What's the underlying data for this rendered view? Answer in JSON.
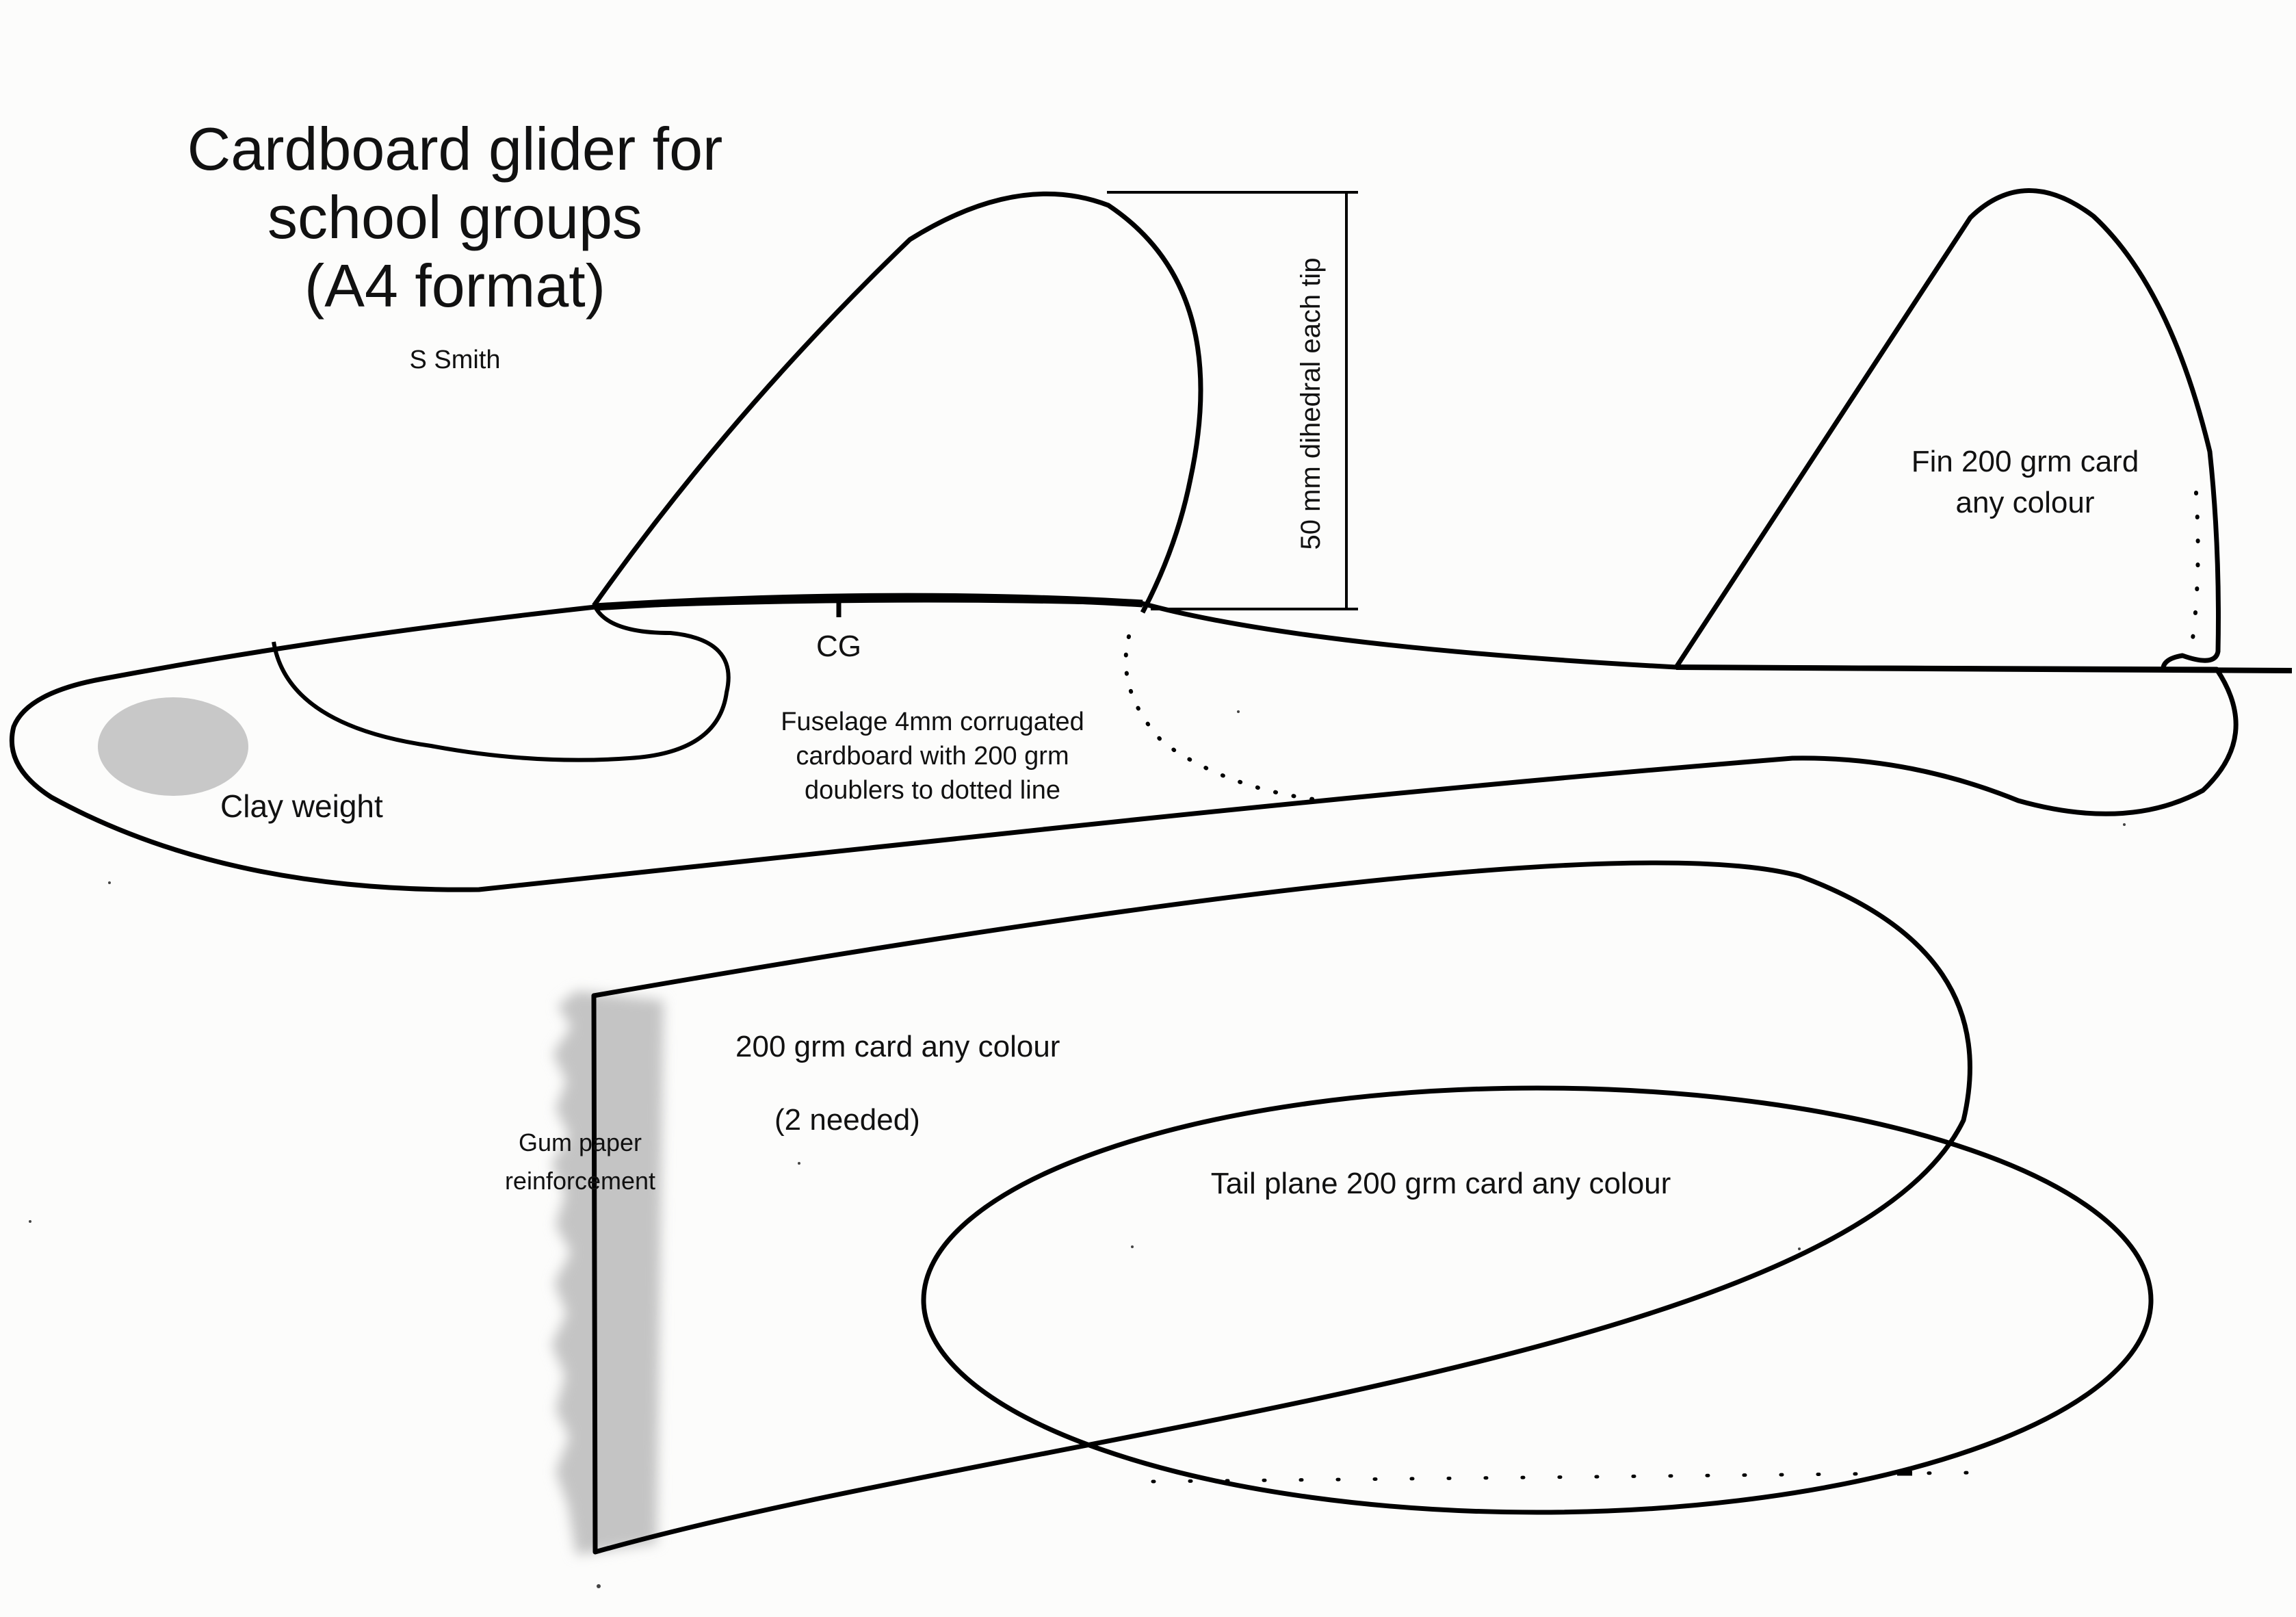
{
  "document": {
    "title_lines": [
      "Cardboard glider for",
      "school groups",
      "(A4 format)"
    ],
    "author": "S Smith"
  },
  "labels": {
    "dihedral": "50 mm dihedral each tip",
    "cg": "CG",
    "fin_lines": [
      "Fin 200 grm card",
      "any colour"
    ],
    "fuselage_lines": [
      "Fuselage 4mm corrugated",
      "cardboard with 200 grm",
      "doublers to dotted line"
    ],
    "clay_weight": "Clay weight",
    "wing_material": "200 grm card any colour",
    "wing_quantity": "(2 needed)",
    "tail_plane": "Tail plane 200 grm card any colour",
    "gum_lines": [
      "Gum paper",
      "reinforcement"
    ]
  },
  "colors": {
    "outline": "#000000",
    "clay_weight_fill": "#c8c8c8",
    "gum_strip_fill": "#c4c4c4",
    "paper": "#fcfcfb"
  }
}
